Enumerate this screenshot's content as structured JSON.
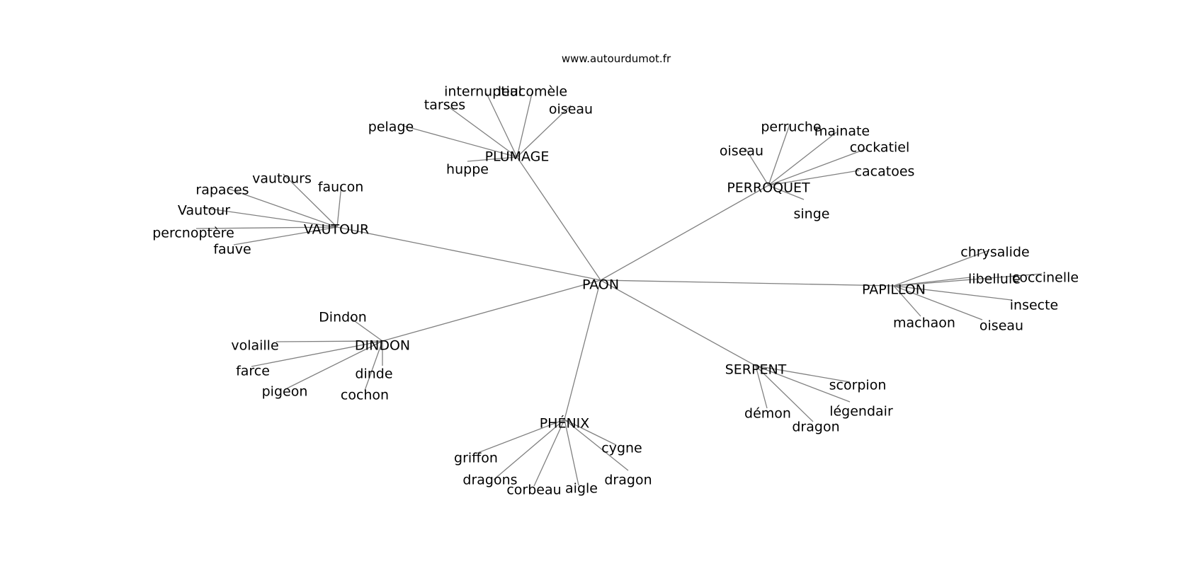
{
  "source": "www.autourdumot.fr",
  "center": "PAON",
  "clusters": [
    {
      "label": "PLUMAGE",
      "words": [
        "internuptial",
        "leucomèle",
        "tarses",
        "oiseau",
        "pelage",
        "huppe"
      ]
    },
    {
      "label": "PERROQUET",
      "words": [
        "perruche",
        "mainate",
        "oiseau",
        "cockatiel",
        "cacatoes",
        "singe"
      ]
    },
    {
      "label": "VAUTOUR",
      "words": [
        "vautours",
        "rapaces",
        "faucon",
        "Vautour",
        "percnoptère",
        "fauve"
      ]
    },
    {
      "label": "PAPILLON",
      "words": [
        "chrysalide",
        "libellule",
        "coccinelle",
        "insecte",
        "machaon",
        "oiseau"
      ]
    },
    {
      "label": "DINDON",
      "words": [
        "Dindon",
        "volaille",
        "farce",
        "dinde",
        "pigeon",
        "cochon"
      ]
    },
    {
      "label": "SERPENT",
      "words": [
        "scorpion",
        "légendair",
        "démon",
        "dragon"
      ]
    },
    {
      "label": "PHÉNIX",
      "words": [
        "cygne",
        "griffon",
        "dragons",
        "dragon",
        "corbeau",
        "aigle"
      ]
    }
  ]
}
